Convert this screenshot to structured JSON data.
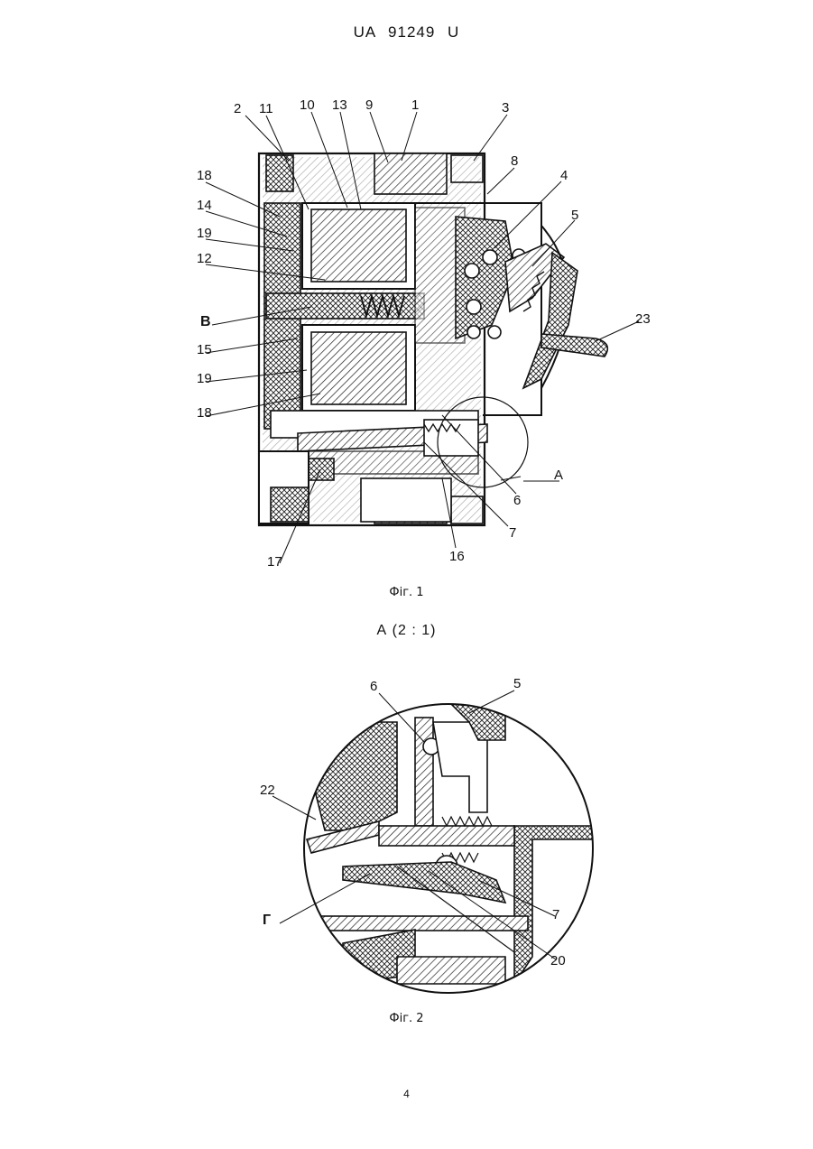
{
  "header": {
    "doc_id": "UA   91249   U"
  },
  "figure1": {
    "caption": "Фіг. 1",
    "labels": {
      "l1": "1",
      "l2": "2",
      "l3": "3",
      "l4": "4",
      "l5": "5",
      "l6": "6",
      "l7": "7",
      "l8": "8",
      "l9": "9",
      "l10": "10",
      "l11": "11",
      "l12": "12",
      "l13": "13",
      "l14": "14",
      "l15": "15",
      "l16": "16",
      "l17": "17",
      "l18a": "18",
      "l18b": "18",
      "l19a": "19",
      "l19b": "19",
      "l23": "23",
      "lB": "В",
      "lA": "А"
    }
  },
  "detail_title": "А (2 : 1)",
  "figure2": {
    "caption": "Фіг. 2",
    "labels": {
      "l5": "5",
      "l6": "6",
      "l7": "7",
      "l20": "20",
      "l22": "22",
      "lG": "Г"
    }
  },
  "page_number": "4"
}
